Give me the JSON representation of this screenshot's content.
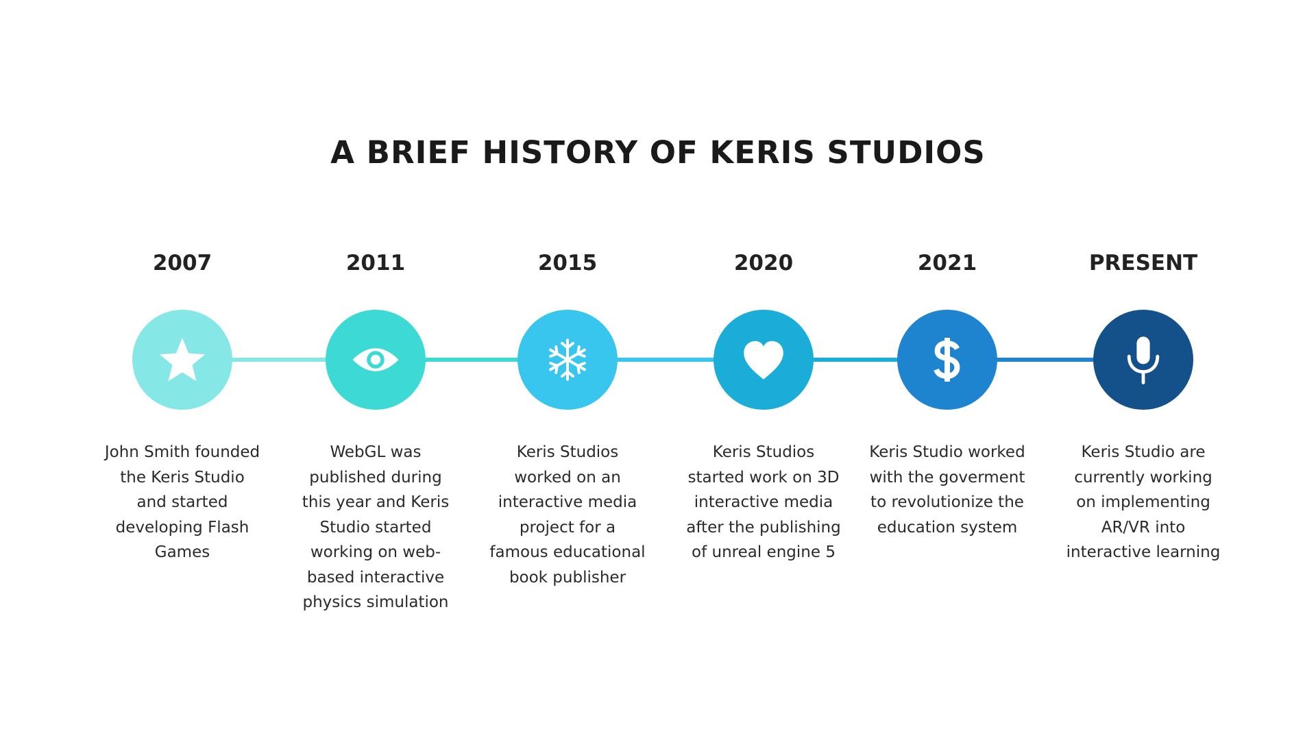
{
  "title": "A BRIEF HISTORY OF KERIS STUDIOS",
  "milestones": [
    {
      "year": "2007",
      "icon": "star-icon",
      "color": "#86E8E6",
      "description": "John Smith founded the Keris Studio and started developing Flash Games"
    },
    {
      "year": "2011",
      "icon": "eye-icon",
      "color": "#3DDAD5",
      "description": "WebGL was published during this year and Keris Studio started working on web-based interactive physics simulation"
    },
    {
      "year": "2015",
      "icon": "snowflake-icon",
      "color": "#38C6EE",
      "description": "Keris Studios worked on an interactive media project for a famous educational book publisher"
    },
    {
      "year": "2020",
      "icon": "heart-icon",
      "color": "#1AADD7",
      "description": "Keris Studios started work on 3D interactive media after the publishing of unreal engine 5"
    },
    {
      "year": "2021",
      "icon": "dollar-icon",
      "color": "#1E84CF",
      "description": "Keris Studio worked with the goverment to revolutionize the education system"
    },
    {
      "year": "PRESENT",
      "icon": "microphone-icon",
      "color": "#14518A",
      "description": "Keris Studio are currently working on implementing AR/VR into interactive learning"
    }
  ],
  "connectors": [
    {
      "color": "#86E8E6"
    },
    {
      "color": "#3DDAD5"
    },
    {
      "color": "#38C6EE"
    },
    {
      "color": "#1AADD7"
    },
    {
      "color": "#1E84CF"
    }
  ]
}
